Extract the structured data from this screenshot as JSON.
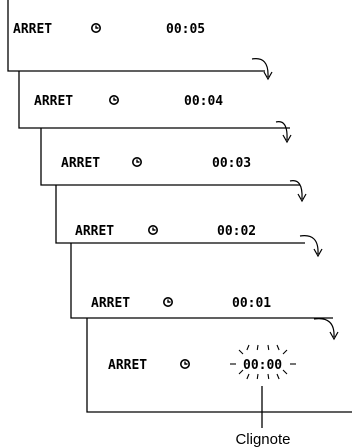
{
  "steps": [
    {
      "label": "ARRET",
      "time": "00:05",
      "blinking": false
    },
    {
      "label": "ARRET",
      "time": "00:04",
      "blinking": false
    },
    {
      "label": "ARRET",
      "time": "00:03",
      "blinking": false
    },
    {
      "label": "ARRET",
      "time": "00:02",
      "blinking": false
    },
    {
      "label": "ARRET",
      "time": "00:01",
      "blinking": false
    },
    {
      "label": "ARRET",
      "time": "00:00",
      "blinking": true
    }
  ],
  "timer_icon": "timer-icon",
  "callout": "Clignote",
  "colors": {
    "ink": "#000000",
    "background": "#ffffff"
  }
}
